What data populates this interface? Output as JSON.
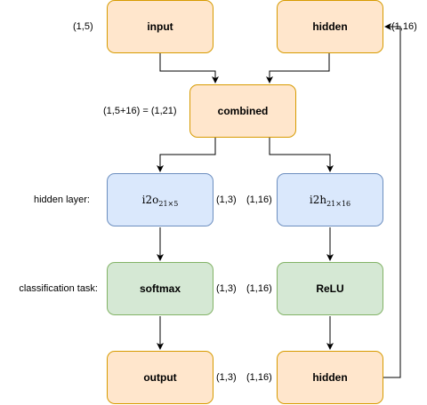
{
  "nodes": {
    "input": "input",
    "hidden_top": "hidden",
    "combined": "combined",
    "i2o": {
      "base": "i2o",
      "sub": "21×5"
    },
    "i2h": {
      "base": "i2h",
      "sub": "21×16"
    },
    "softmax": "softmax",
    "relu": "ReLU",
    "output": "output",
    "hidden_bottom": "hidden"
  },
  "labels": {
    "input_shape": "(1,5)",
    "hidden_shape": "(1,16)",
    "combined_shape": "(1,5+16) = (1,21)",
    "hidden_layer": "hidden layer:",
    "classification_task": "classification task:",
    "i2o_shape": "(1,3)",
    "i2h_shape": "(1,16)",
    "softmax_shape": "(1,3)",
    "relu_shape": "(1,16)",
    "output_shape": "(1,3)",
    "hidden_bottom_shape": "(1,16)"
  },
  "colors": {
    "orange_fill": "#ffe6cc",
    "orange_stroke": "#d79b00",
    "blue_fill": "#dae8fc",
    "blue_stroke": "#6c8ebf",
    "green_fill": "#d5e8d4",
    "green_stroke": "#82b366",
    "edge": "#000000"
  }
}
